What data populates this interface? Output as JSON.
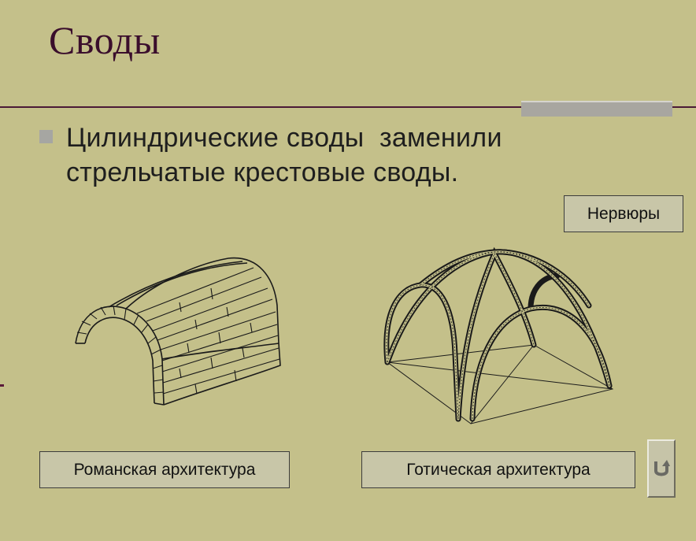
{
  "slide": {
    "title": "Своды",
    "bullet": {
      "line1": "Цилиндрические своды  заменили",
      "line2": "стрельчатые крестовые своды."
    },
    "labels": {
      "ribs": "Нервюры",
      "romanesque": "Романская архитектура",
      "gothic": "Готическая архитектура"
    },
    "return_button": {
      "icon": "return-arrow-icon"
    }
  },
  "colors": {
    "background": "#c4c08a",
    "title": "#3a0e2c",
    "rule": "#4a1a36",
    "text": "#1e1e1e"
  }
}
